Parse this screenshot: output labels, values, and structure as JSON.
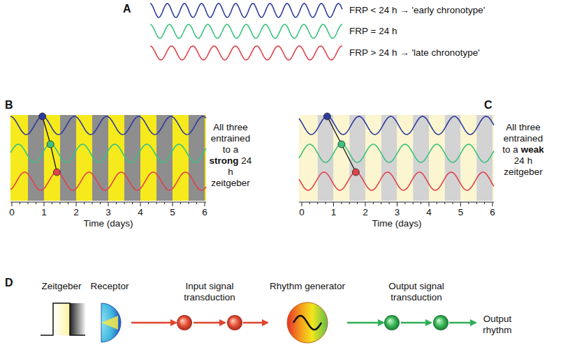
{
  "diagram": {
    "nodes": [
      {
        "text": [
          "Zeitgeber"
        ]
      },
      {
        "text": [
          "Receptor"
        ]
      },
      {
        "text": [
          "Input signal transduction"
        ]
      },
      {
        "text": [
          "Rhythm generator"
        ]
      },
      {
        "text": [
          "Output signal transduction"
        ]
      },
      {
        "text": [
          "Output rhythm"
        ]
      }
    ],
    "edges": [
      {
        "from": 1,
        "to": 2,
        "arrow": "to"
      },
      {
        "from": 2,
        "to": 3,
        "arrow": "to"
      },
      {
        "from": 3,
        "to": 4,
        "arrow": "to"
      },
      {
        "from": 4,
        "to": 5,
        "arrow": "to"
      }
    ],
    "labels": [
      "A",
      "FRP < 24 h → 'early chronotype'",
      "FRP = 24 h",
      "FRP > 24 h → 'late chronotype'",
      "B",
      "All three entrained to a",
      "strong",
      "24 h zeitgeber",
      "0",
      "1",
      "2",
      "3",
      "4",
      "5",
      "6",
      "Time (days)",
      "C",
      "All three entrained to a",
      "weak",
      "24 h zeitgeber",
      "0",
      "1",
      "2",
      "3",
      "4",
      "5",
      "6",
      "Time (days)",
      "D"
    ]
  }
}
